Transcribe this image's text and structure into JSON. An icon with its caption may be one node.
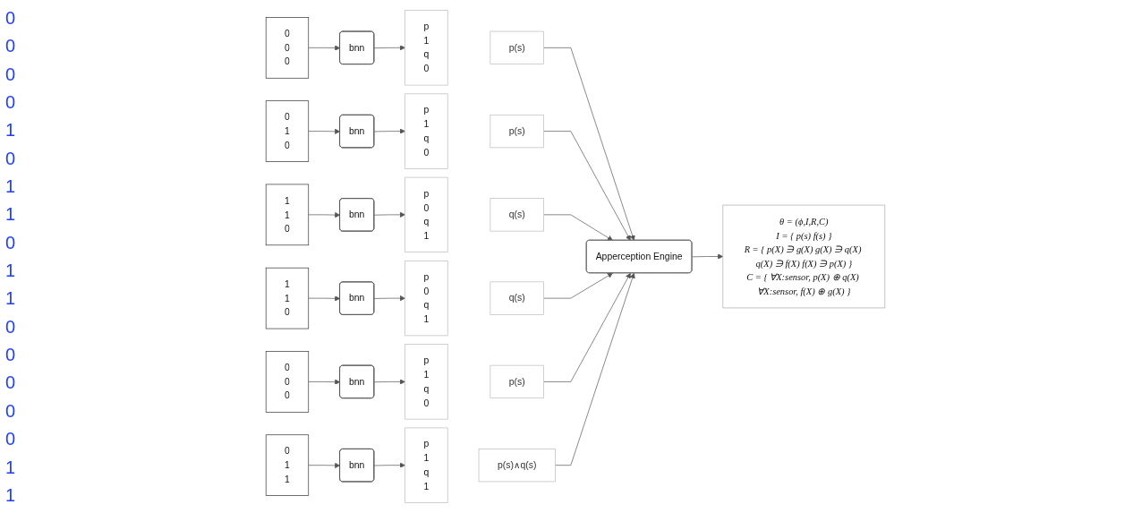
{
  "diagram": {
    "nodes": [
      {
        "text": [
          "0",
          "0",
          "0"
        ]
      },
      {
        "text": [
          "bnn"
        ]
      },
      {
        "text": [
          "p",
          "1",
          "q",
          "0"
        ]
      },
      {
        "text": [
          "p(s)"
        ]
      },
      {
        "text": [
          "0",
          "1",
          "0"
        ]
      },
      {
        "text": [
          "bnn"
        ]
      },
      {
        "text": [
          "p",
          "1",
          "q",
          "0"
        ]
      },
      {
        "text": [
          "p(s)"
        ]
      },
      {
        "text": [
          "1",
          "1",
          "0"
        ]
      },
      {
        "text": [
          "bnn"
        ]
      },
      {
        "text": [
          "p",
          "0",
          "q",
          "1"
        ]
      },
      {
        "text": [
          "q(s)"
        ]
      },
      {
        "text": [
          "1",
          "1",
          "0"
        ]
      },
      {
        "text": [
          "bnn"
        ]
      },
      {
        "text": [
          "p",
          "0",
          "q",
          "1"
        ]
      },
      {
        "text": [
          "q(s)"
        ]
      },
      {
        "text": [
          "0",
          "0",
          "0"
        ]
      },
      {
        "text": [
          "bnn"
        ]
      },
      {
        "text": [
          "p",
          "1",
          "q",
          "0"
        ]
      },
      {
        "text": [
          "p(s)"
        ]
      },
      {
        "text": [
          "0",
          "1",
          "1"
        ]
      },
      {
        "text": [
          "bnn"
        ]
      },
      {
        "text": [
          "p",
          "1",
          "q",
          "1"
        ]
      },
      {
        "text": [
          "p(s)∧q(s)"
        ]
      },
      {
        "text": [
          "Apperception Engine"
        ]
      },
      {
        "text": [
          "θ = (ϕ,I,R,C)",
          "I = { p(s) f(s) }",
          "R = { p(X) ∋ g(X) g(X) ∋ q(X) q(X) ∋ f(X) f(X) ∋ p(X) }",
          "C = { ∀X:sensor, p(X) ⊕ q(X) ∀X:sensor, f(X) ⊕ g(X) }"
        ]
      }
    ],
    "edges": [
      {
        "from": 0,
        "to": 1,
        "arrow": "to"
      },
      {
        "from": 1,
        "to": 2,
        "arrow": "to"
      },
      {
        "from": 4,
        "to": 5,
        "arrow": "to"
      },
      {
        "from": 5,
        "to": 6,
        "arrow": "to"
      },
      {
        "from": 8,
        "to": 9,
        "arrow": "to"
      },
      {
        "from": 9,
        "to": 10,
        "arrow": "to"
      },
      {
        "from": 12,
        "to": 13,
        "arrow": "to"
      },
      {
        "from": 13,
        "to": 14,
        "arrow": "to"
      },
      {
        "from": 16,
        "to": 17,
        "arrow": "to"
      },
      {
        "from": 17,
        "to": 18,
        "arrow": "to"
      },
      {
        "from": 20,
        "to": 21,
        "arrow": "to"
      },
      {
        "from": 21,
        "to": 22,
        "arrow": "to"
      },
      {
        "from": 3,
        "to": 24,
        "arrow": "to"
      },
      {
        "from": 7,
        "to": 24,
        "arrow": "to"
      },
      {
        "from": 11,
        "to": 24,
        "arrow": "to"
      },
      {
        "from": 15,
        "to": 24,
        "arrow": "to"
      },
      {
        "from": 19,
        "to": 24,
        "arrow": "to"
      },
      {
        "from": 23,
        "to": 24,
        "arrow": "to"
      },
      {
        "from": 24,
        "to": 25,
        "arrow": "to"
      }
    ],
    "labels": [
      "0",
      "0",
      "0",
      "0",
      "1",
      "0",
      "1",
      "1",
      "0",
      "1",
      "1",
      "0",
      "0",
      "0",
      "0",
      "0",
      "1",
      "1"
    ]
  }
}
